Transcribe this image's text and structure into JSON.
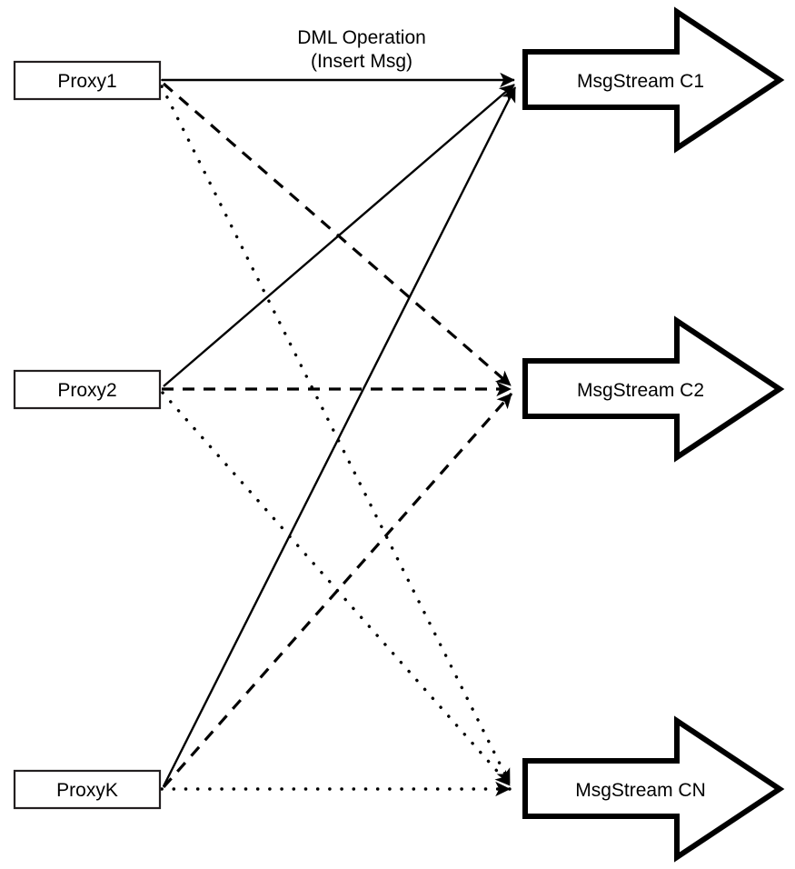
{
  "diagram": {
    "title": "DML Operation fan-out from Proxies to MsgStreams",
    "background_color": "#ffffff",
    "line_color": "#000000",
    "box_stroke_color": "#231f20",
    "proxies": [
      {
        "id": "proxy1",
        "label": "Proxy1"
      },
      {
        "id": "proxy2",
        "label": "Proxy2"
      },
      {
        "id": "proxyK",
        "label": "ProxyK"
      }
    ],
    "streams": [
      {
        "id": "c1",
        "label": "MsgStream C1"
      },
      {
        "id": "c2",
        "label": "MsgStream C2"
      },
      {
        "id": "cn",
        "label": "MsgStream CN"
      }
    ],
    "edge_labels": [
      {
        "id": "dml-operation",
        "line1": "DML Operation",
        "line2": "(Insert Msg)"
      }
    ],
    "edges": [
      {
        "from": "proxy1",
        "to": "c1",
        "style": "solid"
      },
      {
        "from": "proxy1",
        "to": "c2",
        "style": "dashed"
      },
      {
        "from": "proxy1",
        "to": "cn",
        "style": "dotted"
      },
      {
        "from": "proxy2",
        "to": "c1",
        "style": "solid"
      },
      {
        "from": "proxy2",
        "to": "c2",
        "style": "dashed"
      },
      {
        "from": "proxy2",
        "to": "cn",
        "style": "dotted"
      },
      {
        "from": "proxyK",
        "to": "c1",
        "style": "solid"
      },
      {
        "from": "proxyK",
        "to": "c2",
        "style": "dashed"
      },
      {
        "from": "proxyK",
        "to": "cn",
        "style": "dotted"
      }
    ]
  }
}
